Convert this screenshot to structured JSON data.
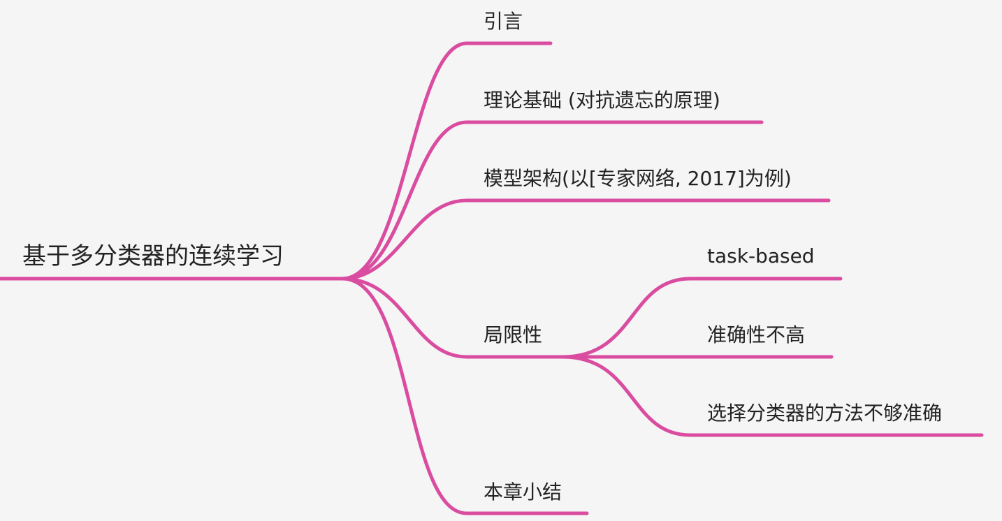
{
  "colors": {
    "background": "#f5f5f5",
    "branch": "#d94ca0",
    "text": "#222222"
  },
  "root": {
    "label": "基于多分类器的连续学习"
  },
  "children": [
    {
      "label": "引言"
    },
    {
      "label": "理论基础 (对抗遗忘的原理)"
    },
    {
      "label": "模型架构(以[专家网络, 2017]为例)"
    },
    {
      "label": "局限性",
      "children": [
        {
          "label": "task-based"
        },
        {
          "label": "准确性不高"
        },
        {
          "label": "选择分类器的方法不够准确"
        }
      ]
    },
    {
      "label": "本章小结"
    }
  ]
}
